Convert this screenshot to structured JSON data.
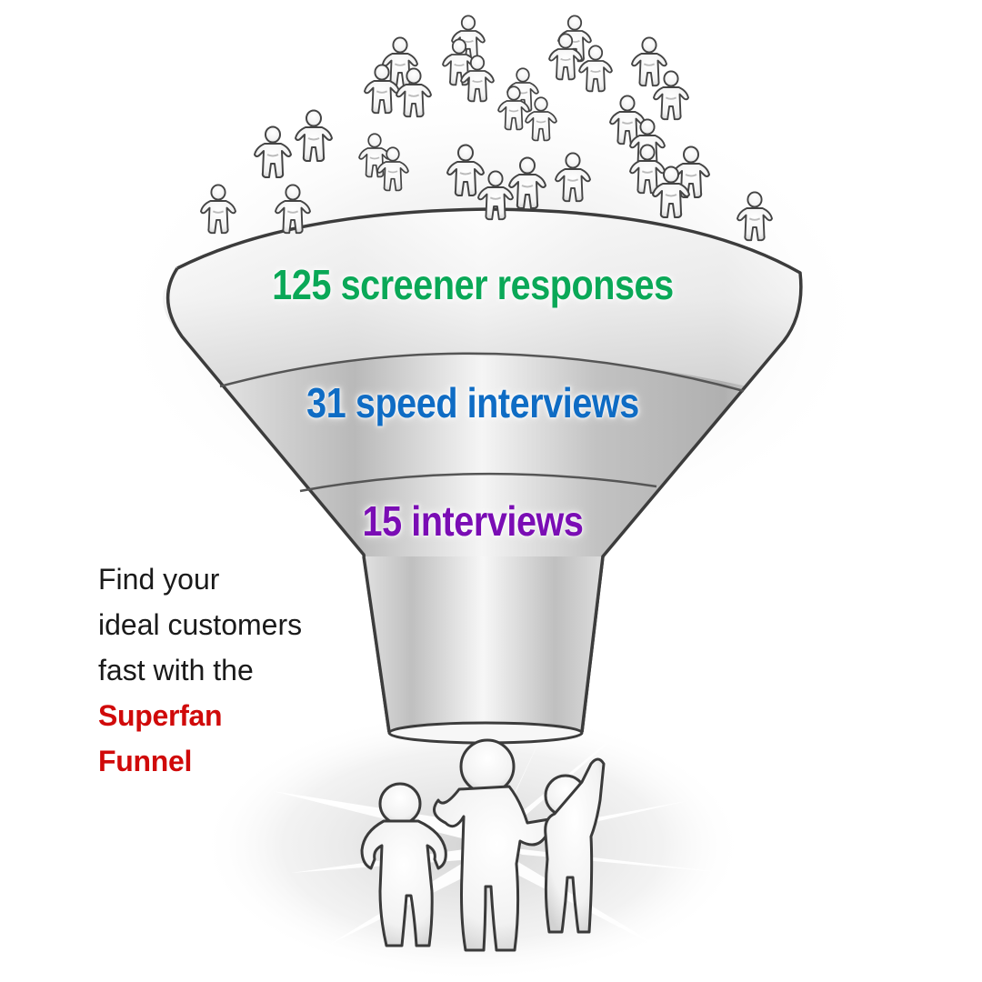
{
  "funnel": {
    "title": "Superfan Funnel",
    "stages": [
      {
        "count": 125,
        "label": "125 screener responses",
        "color": "#0aa857"
      },
      {
        "count": 31,
        "label": "31 speed interviews",
        "color": "#0f6cc4"
      },
      {
        "count": 15,
        "label": "15 interviews",
        "color": "#7a0db4"
      }
    ],
    "crowd_icon": "person-figure-icon",
    "result_icon": "group-of-three-people-icon"
  },
  "caption": {
    "lines": [
      "Find your",
      "ideal customers",
      "fast with the"
    ],
    "brand_lines": [
      "Superfan",
      "Funnel"
    ],
    "text_color": "#1a1a1a",
    "brand_color": "#d00a0a"
  },
  "chart_data": {
    "type": "funnel",
    "title": "Find your ideal customers fast with the Superfan Funnel",
    "categories": [
      "screener responses",
      "speed interviews",
      "interviews"
    ],
    "values": [
      125,
      31,
      15
    ],
    "labels": [
      "125 screener responses",
      "31 speed interviews",
      "15 interviews"
    ],
    "colors": [
      "#0aa857",
      "#0f6cc4",
      "#7a0db4"
    ]
  }
}
